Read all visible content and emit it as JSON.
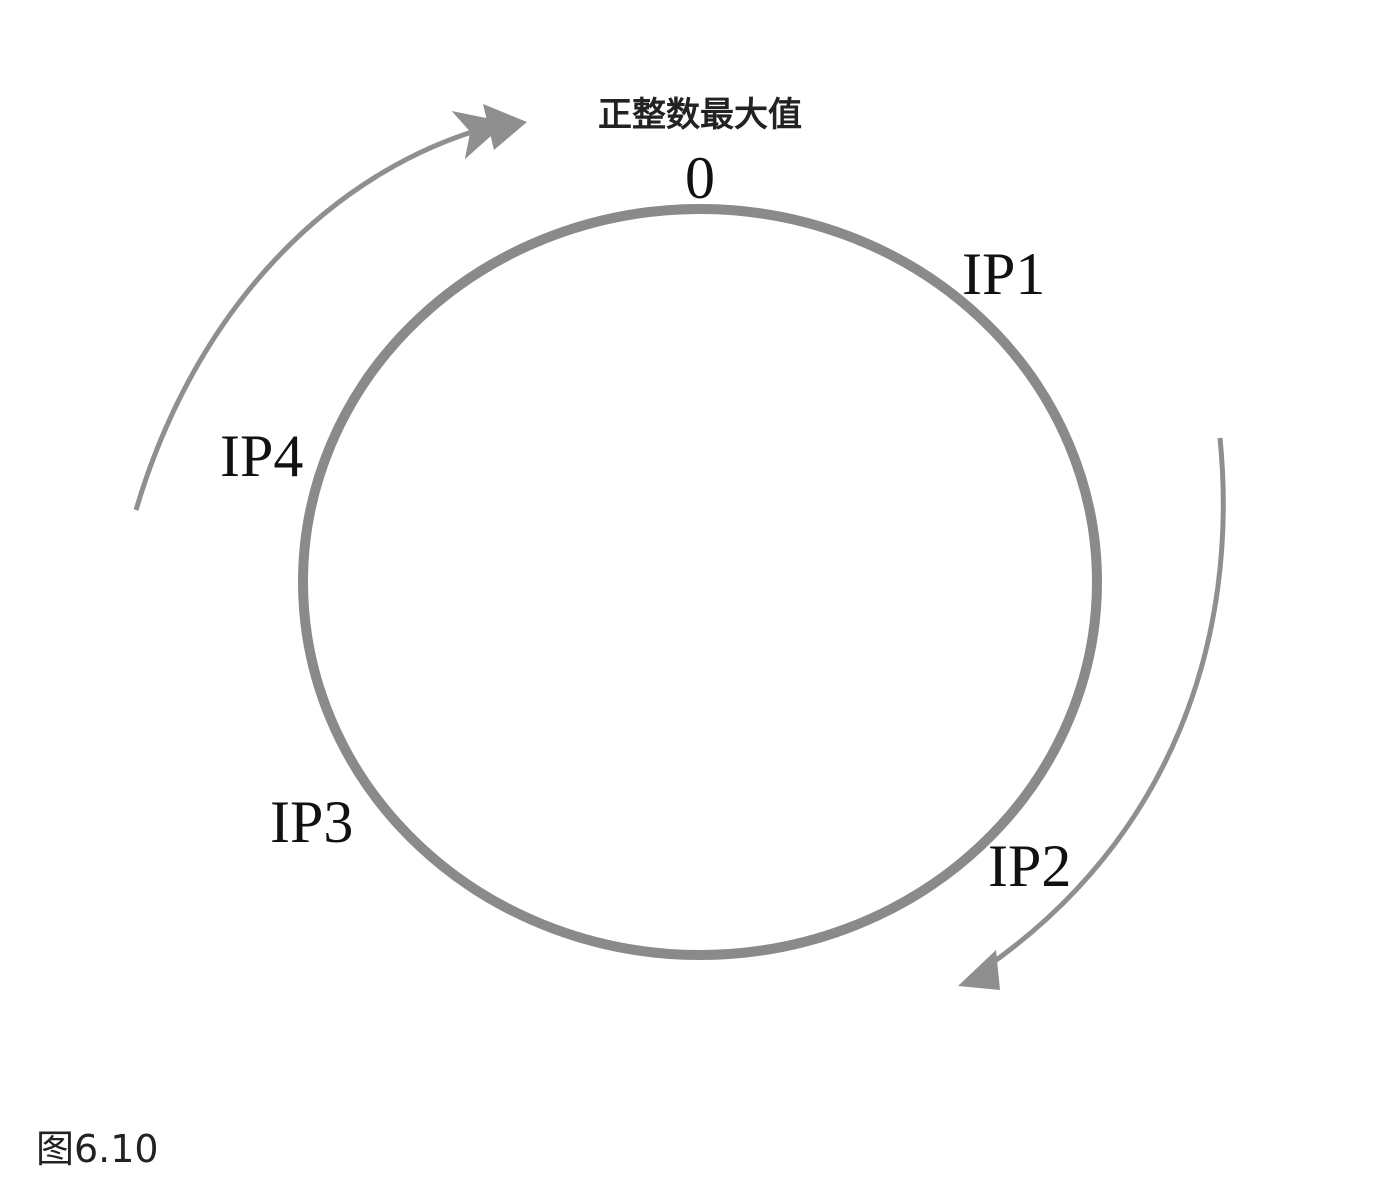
{
  "diagram": {
    "max_label": "正整数最大值",
    "zero_label": "0",
    "nodes": [
      {
        "label": "IP1"
      },
      {
        "label": "IP2"
      },
      {
        "label": "IP3"
      },
      {
        "label": "IP4"
      }
    ],
    "colors": {
      "ring": "#8a8a8a",
      "arrow": "#8f8f8f",
      "text": "#111111"
    }
  },
  "caption": "图6.10"
}
